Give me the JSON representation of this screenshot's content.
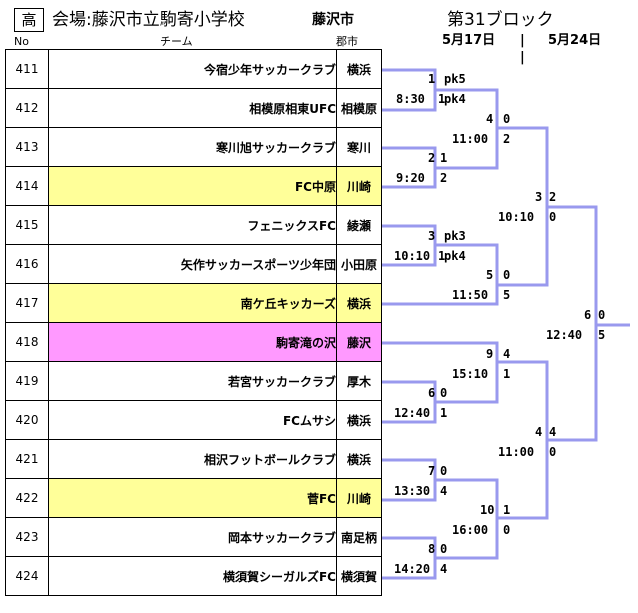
{
  "header": {
    "badge": "高",
    "venue": "会場:藤沢市立駒寄小学校",
    "city": "藤沢市",
    "block": "第31ブロック",
    "date1": "5月17日",
    "sep": "|",
    "date2": "5月24日"
  },
  "columns": {
    "no": "No",
    "team": "チーム",
    "city": "郡市"
  },
  "teams": [
    {
      "no": "411",
      "name": "今宿少年サッカークラブ",
      "city": "横浜",
      "hl": ""
    },
    {
      "no": "412",
      "name": "相模原相東UFC",
      "city": "相模原",
      "hl": ""
    },
    {
      "no": "413",
      "name": "寒川旭サッカークラブ",
      "city": "寒川",
      "hl": ""
    },
    {
      "no": "414",
      "name": "FC中原",
      "city": "川崎",
      "hl": "yellow"
    },
    {
      "no": "415",
      "name": "フェニックスFC",
      "city": "綾瀬",
      "hl": ""
    },
    {
      "no": "416",
      "name": "矢作サッカースポーツ少年団",
      "city": "小田原",
      "hl": ""
    },
    {
      "no": "417",
      "name": "南ケ丘キッカーズ",
      "city": "横浜",
      "hl": "yellow"
    },
    {
      "no": "418",
      "name": "駒寄滝の沢",
      "city": "藤沢",
      "hl": "pink"
    },
    {
      "no": "419",
      "name": "若宮サッカークラブ",
      "city": "厚木",
      "hl": ""
    },
    {
      "no": "420",
      "name": "FCムサシ",
      "city": "横浜",
      "hl": ""
    },
    {
      "no": "421",
      "name": "相沢フットボールクラブ",
      "city": "横浜",
      "hl": ""
    },
    {
      "no": "422",
      "name": "菅FC",
      "city": "川崎",
      "hl": "yellow"
    },
    {
      "no": "423",
      "name": "岡本サッカークラブ",
      "city": "南足柄",
      "hl": ""
    },
    {
      "no": "424",
      "name": "横須賀シーガルズFC",
      "city": "横須賀",
      "hl": ""
    }
  ],
  "scores": {
    "m1": {
      "time": "8:30",
      "top": "1",
      "bot": "1",
      "pk_top": "pk5",
      "pk_bot": "pk4"
    },
    "m2": {
      "time": "9:20",
      "top": "2",
      "bot": "2"
    },
    "m3": {
      "time": "10:10",
      "top": "3",
      "bot": "1",
      "pk_top": "pk3",
      "pk_bot": "pk4"
    },
    "m4": {
      "time": "12:40",
      "top": "6",
      "bot": "1"
    },
    "m5": {
      "time": "13:30",
      "top": "7",
      "bot": "4"
    },
    "m6": {
      "time": "14:20",
      "top": "8",
      "bot": "4"
    },
    "m7": {
      "time": "11:00",
      "top": "4",
      "bot": "2"
    },
    "m8": {
      "time": "11:50",
      "top": "5",
      "bot": "5"
    },
    "m9": {
      "time": "15:10",
      "top": "9",
      "bot": "1"
    },
    "m10": {
      "time": "16:00",
      "top": "10",
      "bot": "0"
    },
    "m11": {
      "time": "10:10",
      "top": "3",
      "bot": "0"
    },
    "m12": {
      "time": "11:00",
      "top": "4",
      "bot": "0"
    },
    "m13": {
      "time": "12:40",
      "top": "6",
      "bot": "5"
    },
    "r1": {
      "a": "0",
      "b": "1"
    },
    "r2": {
      "a": "0",
      "b": "0"
    },
    "r3": {
      "a": "4",
      "b": "1"
    },
    "r4": {
      "a": "1",
      "b": "0"
    },
    "r5": {
      "a": "2",
      "b": "4"
    },
    "r6": {
      "a": "0"
    }
  }
}
